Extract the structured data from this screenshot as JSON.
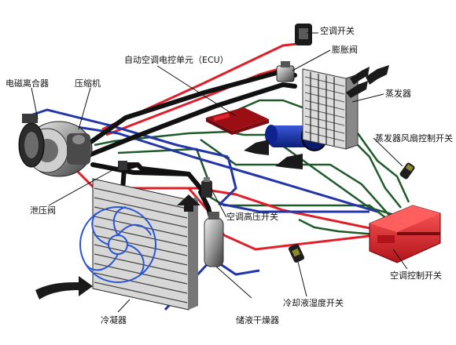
{
  "labels": {
    "ac_switch_top": "空调开关",
    "expansion_valve": "膨胀阀",
    "auto_ac_ecu": "自动空调电控单元（ECU）",
    "magnetic_clutch": "电磁离合器",
    "compressor": "压缩机",
    "evaporator": "蒸发器",
    "evap_fan_switch": "蒸发器风扇控制开关",
    "relief_valve": "泄压阀",
    "ac_high_pressure_switch": "空调高压开关",
    "ac_control_switch": "空调控制开关",
    "coolant_temp_switch": "冷却液湿度开关",
    "receiver_drier": "储液干燥器",
    "condenser": "冷凝器"
  },
  "colors": {
    "refrigerant_high": "#e01e2a",
    "refrigerant_low": "#2336a8",
    "wiring": "#1f5a2a",
    "pipe_black": "#111111",
    "unit_red": "#e3242b"
  }
}
